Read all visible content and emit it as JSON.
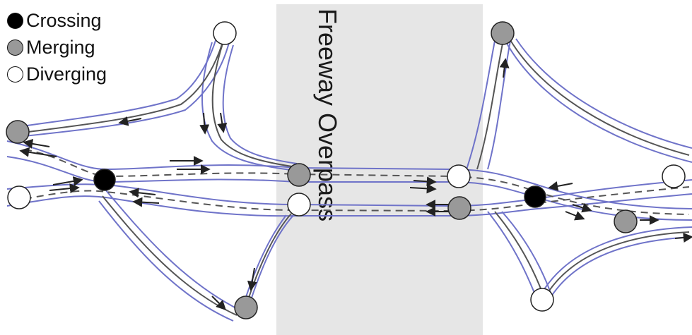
{
  "legend": [
    {
      "label": "Crossing",
      "color": "#000000"
    },
    {
      "label": "Merging",
      "color": "#999999"
    },
    {
      "label": "Diverging",
      "color": "#ffffff"
    }
  ],
  "overpass": {
    "label": "Freeway Overpass"
  },
  "colors": {
    "road_edge": "#6f73c9",
    "lane_line": "#555555",
    "band": "#e6e6e6"
  }
}
